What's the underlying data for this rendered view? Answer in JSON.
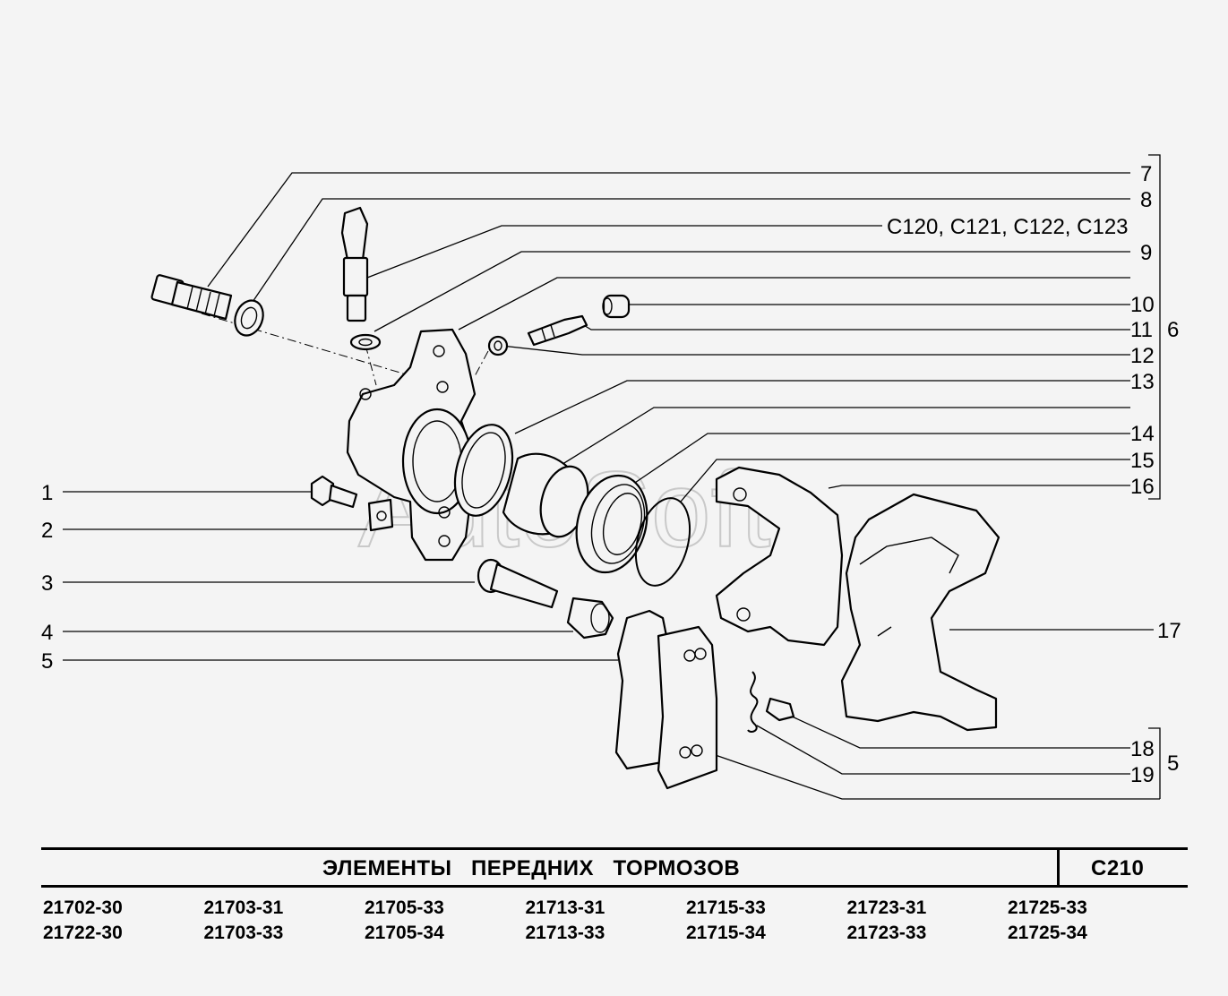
{
  "watermark": "AutoSoft",
  "callouts_right": [
    {
      "id": "7",
      "label": "7"
    },
    {
      "id": "8",
      "label": "8"
    },
    {
      "id": "c-codes",
      "label": "C120, C121, C122, C123"
    },
    {
      "id": "9",
      "label": "9"
    },
    {
      "id": "10",
      "label": "10"
    },
    {
      "id": "11",
      "label": "11"
    },
    {
      "id": "12",
      "label": "12"
    },
    {
      "id": "13",
      "label": "13"
    },
    {
      "id": "14",
      "label": "14"
    },
    {
      "id": "15",
      "label": "15"
    },
    {
      "id": "16",
      "label": "16"
    },
    {
      "id": "17",
      "label": "17"
    },
    {
      "id": "18",
      "label": "18"
    },
    {
      "id": "19",
      "label": "19"
    }
  ],
  "callouts_left": [
    {
      "id": "1",
      "label": "1"
    },
    {
      "id": "2",
      "label": "2"
    },
    {
      "id": "3",
      "label": "3"
    },
    {
      "id": "4",
      "label": "4"
    },
    {
      "id": "5",
      "label": "5"
    }
  ],
  "group_labels": {
    "upper": "6",
    "lower": "5"
  },
  "title": {
    "text": "ЭЛЕМЕНТЫ   ПЕРЕДНИХ   ТОРМОЗОВ",
    "code": "C210"
  },
  "models": [
    "21702-30",
    "21703-31",
    "21705-33",
    "21713-31",
    "21715-33",
    "21723-31",
    "21725-33",
    "21722-30",
    "21703-33",
    "21705-34",
    "21713-33",
    "21715-34",
    "21723-33",
    "21725-34"
  ]
}
